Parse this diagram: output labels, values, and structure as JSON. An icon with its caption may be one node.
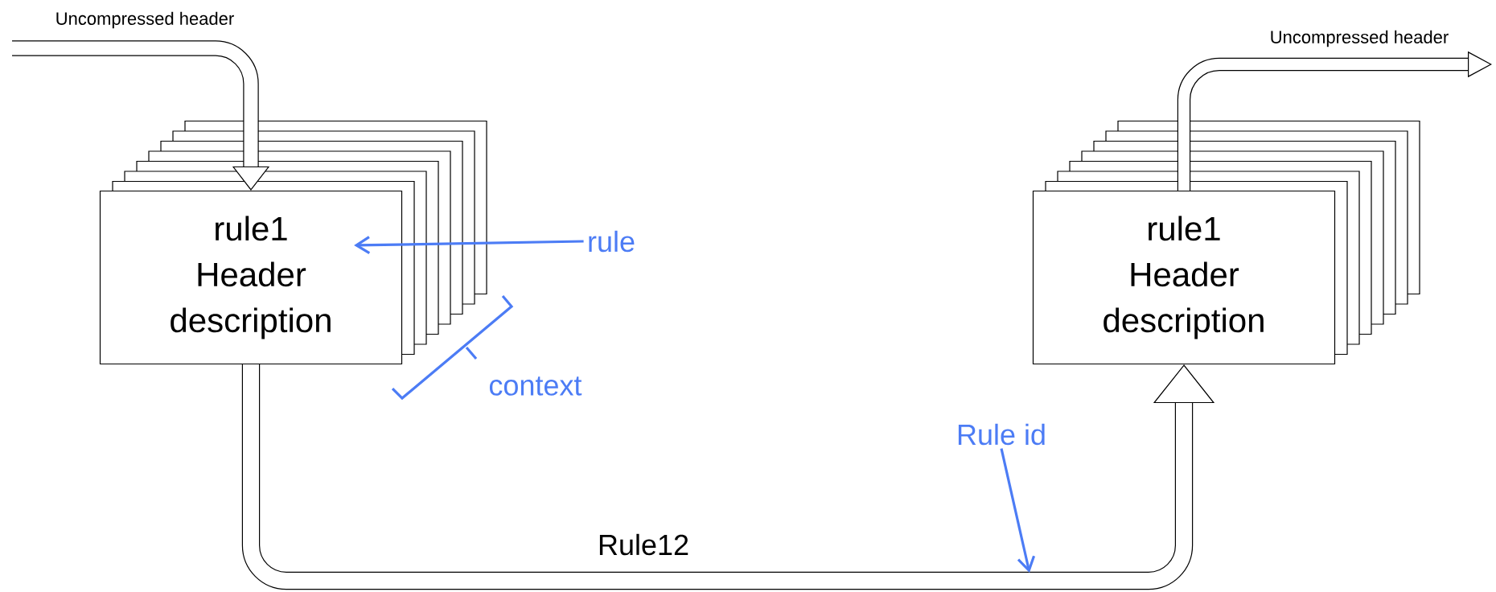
{
  "diagram": {
    "nodes": [
      {
        "text": [
          "rule1",
          "Header description"
        ]
      },
      {
        "text": [
          "rule1",
          "Header description"
        ]
      },
      {
        "text": [
          "rule"
        ]
      },
      {
        "text": [
          "Rule id"
        ]
      }
    ],
    "edges": [
      {
        "from": null,
        "to": 0,
        "arrow": "to",
        "label": "Uncompressed header"
      },
      {
        "from": 0,
        "to": 1,
        "arrow": "to",
        "label": "Rule12"
      },
      {
        "from": 1,
        "to": null,
        "arrow": "to",
        "label": "Uncompressed header"
      },
      {
        "from": 2,
        "to": 0,
        "arrow": "to",
        "color": "#4c7cf5"
      },
      {
        "from": 3,
        "to": null,
        "arrow": "to",
        "color": "#4c7cf5"
      }
    ],
    "labels": [
      "context"
    ]
  }
}
